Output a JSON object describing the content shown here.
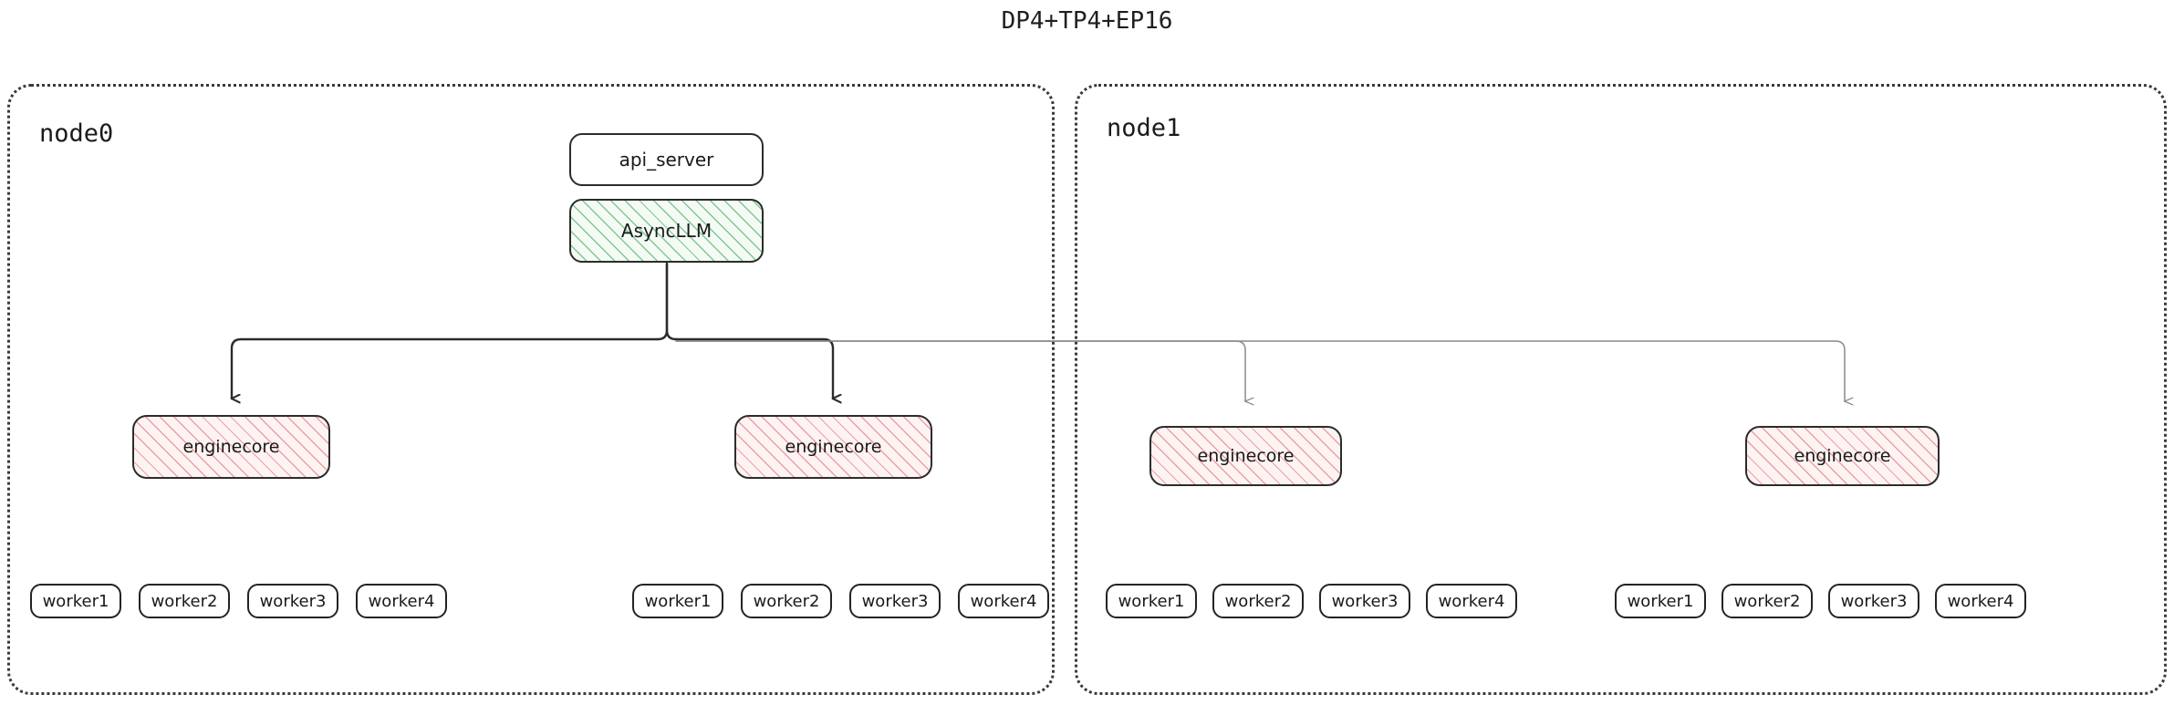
{
  "title": "DP4+TP4+EP16",
  "colors": {
    "stroke_dark": "#2c2c2c",
    "stroke_light": "#8a8a8a",
    "engine_hatch": "#e88c8c",
    "async_hatch": "#6dbe7e",
    "container_border": "#3a3a3a",
    "text": "#1a1a1a",
    "background": "#ffffff"
  },
  "nodes": [
    {
      "id": "node0",
      "label": "node0",
      "engines": [
        {
          "label": "enginecore",
          "workers": [
            {
              "label": "worker1"
            },
            {
              "label": "worker2"
            },
            {
              "label": "worker3"
            },
            {
              "label": "worker4"
            }
          ]
        },
        {
          "label": "enginecore",
          "workers": [
            {
              "label": "worker1"
            },
            {
              "label": "worker2"
            },
            {
              "label": "worker3"
            },
            {
              "label": "worker4"
            }
          ]
        }
      ]
    },
    {
      "id": "node1",
      "label": "node1",
      "engines": [
        {
          "label": "enginecore",
          "workers": [
            {
              "label": "worker1"
            },
            {
              "label": "worker2"
            },
            {
              "label": "worker3"
            },
            {
              "label": "worker4"
            }
          ]
        },
        {
          "label": "enginecore",
          "workers": [
            {
              "label": "worker1"
            },
            {
              "label": "worker2"
            },
            {
              "label": "worker3"
            },
            {
              "label": "worker4"
            }
          ]
        }
      ]
    }
  ],
  "server": {
    "api_server_label": "api_server",
    "async_llm_label": "AsyncLLM"
  }
}
